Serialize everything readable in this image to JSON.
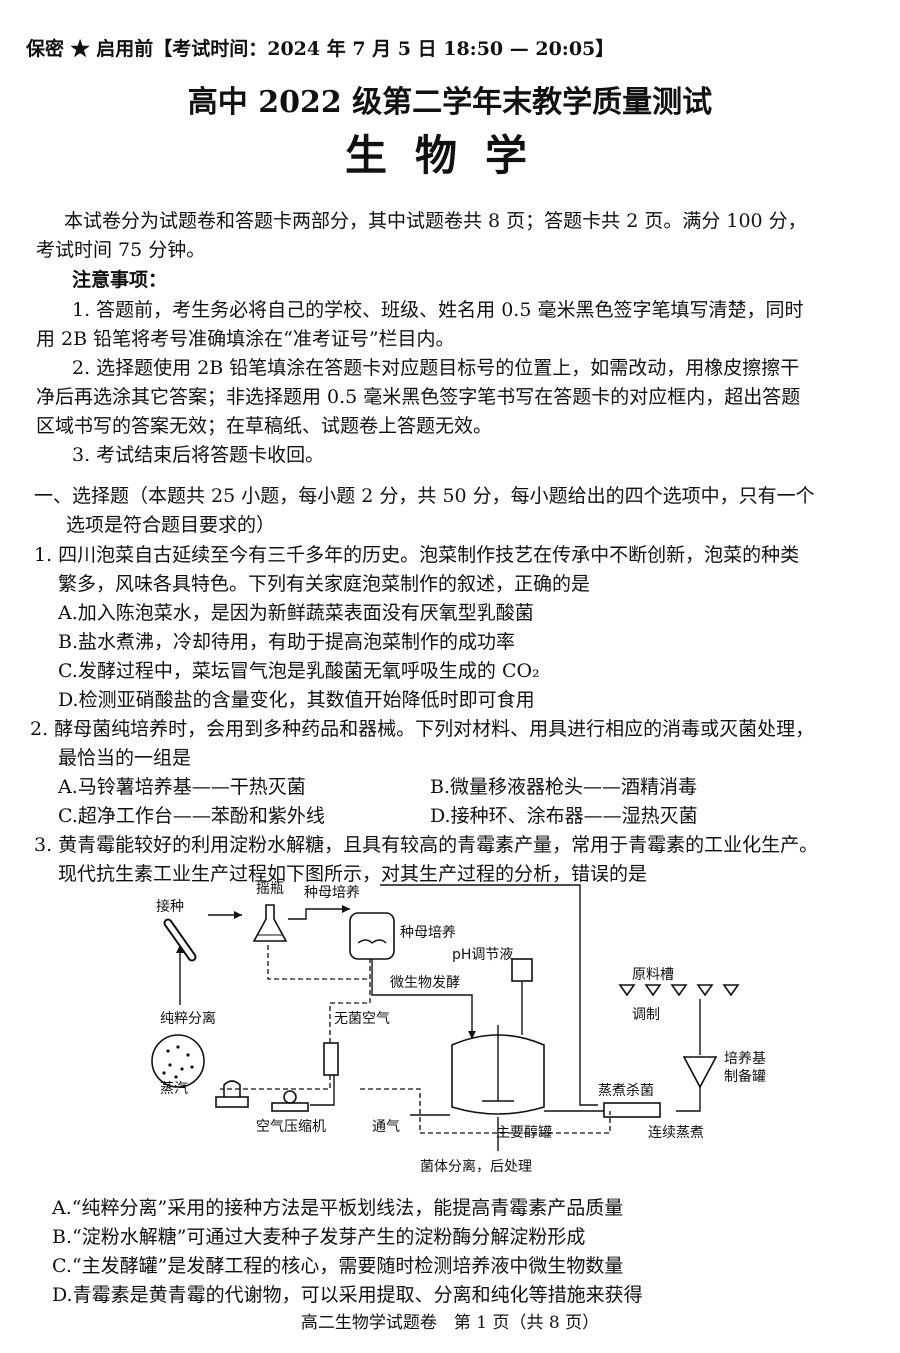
{
  "header": "保密 ★ 启用前【考试时间：2024 年 7 月 5 日 18:50 — 20:05】",
  "title_main": "高中 2022 级第二学年末教学质量测试",
  "title_subject": "生物学",
  "intro": [
    "本试卷分为试题卷和答题卡两部分，其中试题卷共 8 页；答题卡共 2 页。满分 100 分，",
    "考试时间 75 分钟。"
  ],
  "notice_title": "注意事项：",
  "notices": [
    "1. 答题前，考生务必将自己的学校、班级、姓名用 0.5 毫米黑色签字笔填写清楚，同时",
    "用 2B 铅笔将考号准确填涂在“准考证号”栏目内。",
    "2. 选择题使用 2B 铅笔填涂在答题卡对应题目标号的位置上，如需改动，用橡皮擦擦干",
    "净后再选涂其它答案；非选择题用 0.5 毫米黑色签字笔书写在答题卡的对应框内，超出答题",
    "区域书写的答案无效；在草稿纸、试题卷上答题无效。",
    "3. 考试结束后将答题卡收回。"
  ],
  "section1": [
    "一、选择题（本题共 25 小题，每小题 2 分，共 50 分，每小题给出的四个选项中，只有一个",
    "选项是符合题目要求的）"
  ],
  "q1": {
    "stem": [
      "1. 四川泡菜自古延续至今有三千多年的历史。泡菜制作技艺在传承中不断创新，泡菜的种类",
      "繁多，风味各具特色。下列有关家庭泡菜制作的叙述，正确的是"
    ],
    "options": [
      "A.加入陈泡菜水，是因为新鲜蔬菜表面没有厌氧型乳酸菌",
      "B.盐水煮沸，冷却待用，有助于提高泡菜制作的成功率",
      "C.发酵过程中，菜坛冒气泡是乳酸菌无氧呼吸生成的 CO₂",
      "D.检测亚硝酸盐的含量变化，其数值开始降低时即可食用"
    ]
  },
  "q2": {
    "stem": [
      "2. 酵母菌纯培养时，会用到多种药品和器械。下列对材料、用具进行相应的消毒或灭菌处理，",
      "最恰当的一组是"
    ],
    "options": [
      "A.马铃薯培养基——干热灭菌",
      "B.微量移液器枪头——酒精消毒",
      "C.超净工作台——苯酚和紫外线",
      "D.接种环、涂布器——湿热灭菌"
    ]
  },
  "q3": {
    "stem": [
      "3. 黄青霉能较好的利用淀粉水解糖，且具有较高的青霉素产量，常用于青霉素的工业化生产。",
      "现代抗生素工业生产过程如下图所示，对其生产过程的分析，错误的是"
    ],
    "options": [
      "A.“纯粹分离”采用的接种方法是平板划线法，能提高青霉素产品质量",
      "B.“淀粉水解糖”可通过大麦种子发芽产生的淀粉酶分解淀粉形成",
      "C.“主发酵罐”是发酵工程的核心，需要随时检测培养液中微生物数量",
      "D.青霉素是黄青霉的代谢物，可以采用提取、分离和纯化等措施来获得"
    ]
  },
  "diagram": {
    "labels": {
      "inoculate": "接种",
      "shake_flask": "摇瓶",
      "seed_culture_top": "种母培养",
      "seed_culture_tank": "种母培养",
      "pure_isolation": "纯粹分离",
      "ph_solution": "pH调节液",
      "microbial_fermentation": "微生物发酵",
      "sterile_air": "无菌空气",
      "steam": "蒸汽",
      "air_compressor": "空气压缩机",
      "aeration": "通气",
      "main_fermenter": "主要醇罐",
      "cell_separation": "菌体分离，后处理",
      "raw_tank": "原料槽",
      "prepare": "调制",
      "medium_tank_1": "培养基",
      "medium_tank_2": "制备罐",
      "steam_sterilize": "蒸煮杀菌",
      "continuous_steam": "连续蒸煮"
    }
  },
  "footer": "高二生物学试题卷　第 1 页（共 8 页）"
}
